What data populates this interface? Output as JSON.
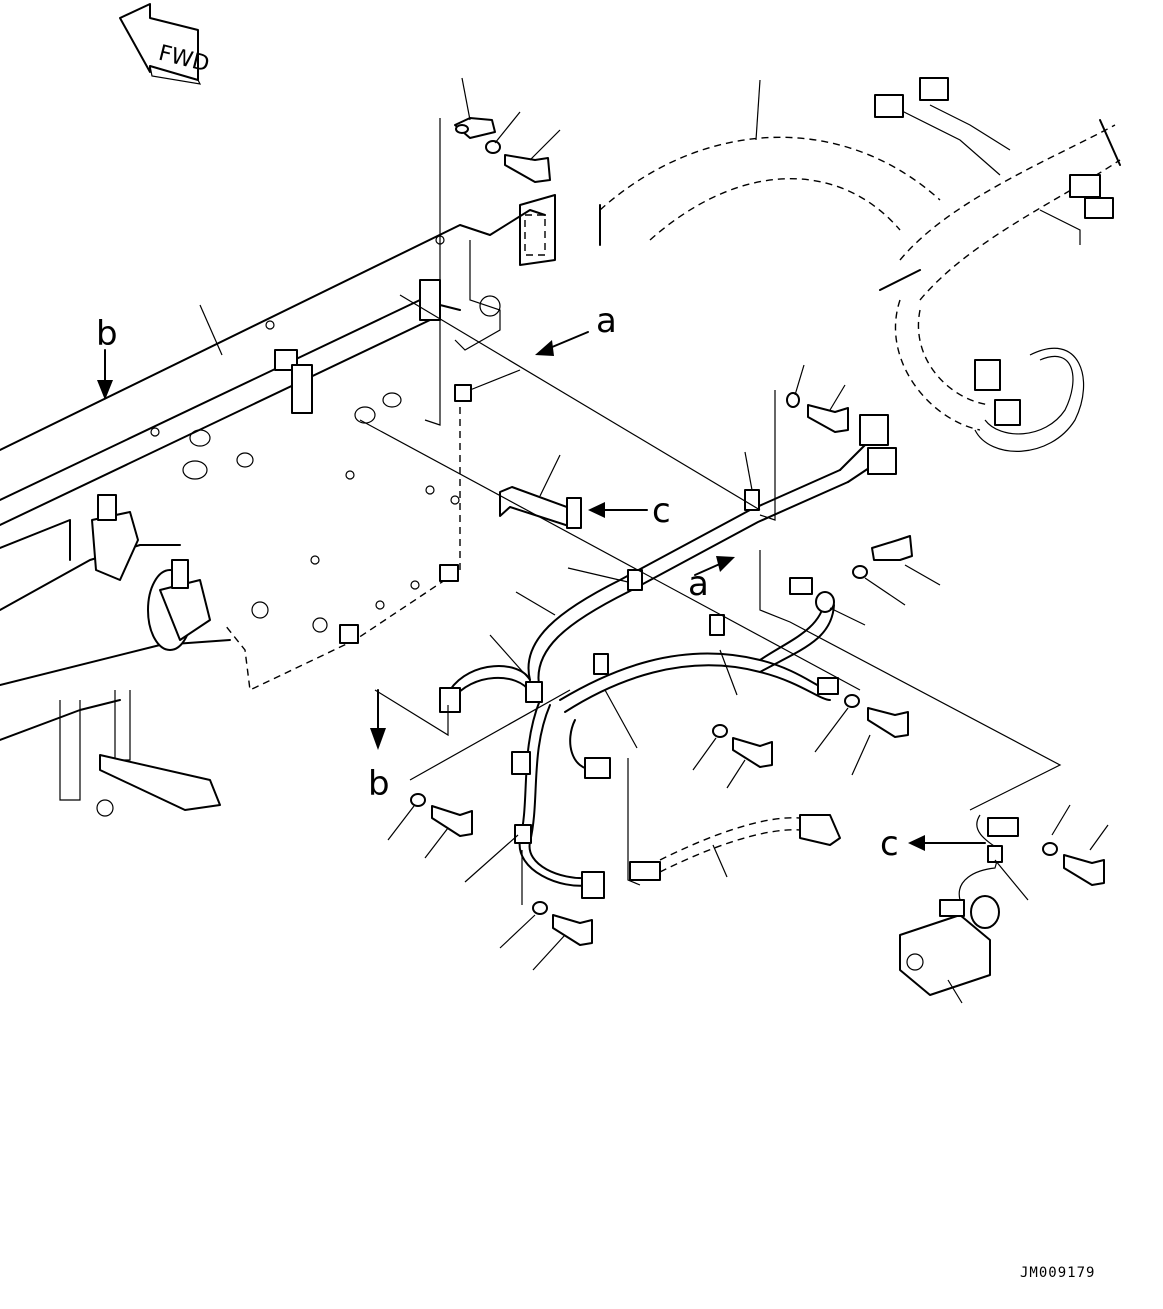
{
  "direction_marker": {
    "text": "FWD"
  },
  "callouts": {
    "a_upper": "a",
    "a_lower": "a",
    "b_upper": "b",
    "b_lower": "b",
    "c_upper": "c",
    "c_lower": "c"
  },
  "drawing_code": "JM009179"
}
